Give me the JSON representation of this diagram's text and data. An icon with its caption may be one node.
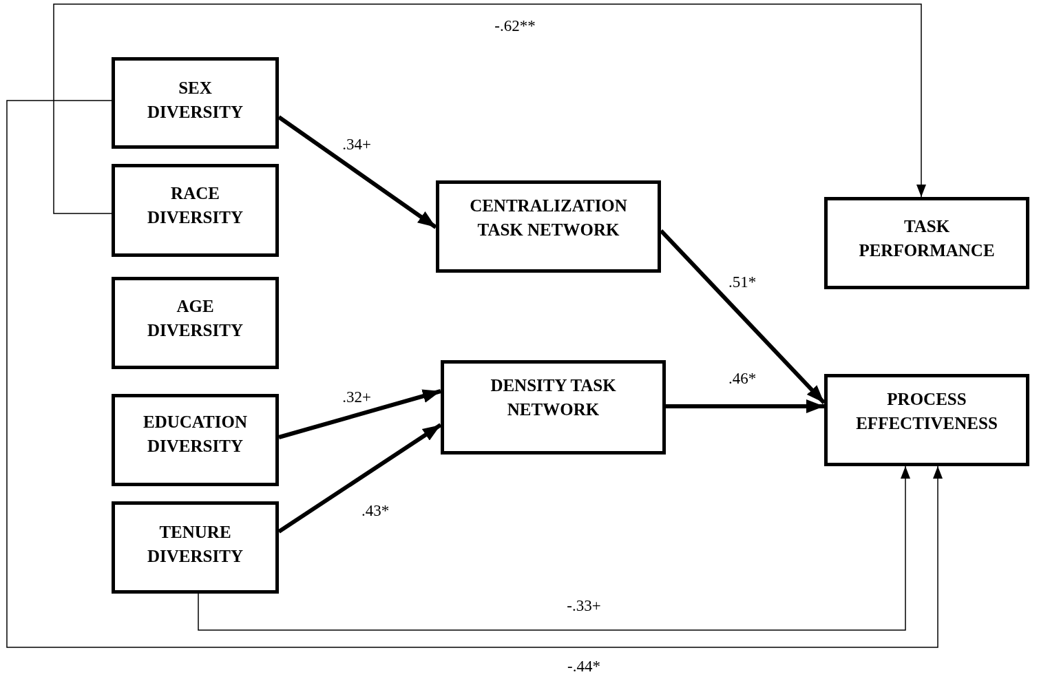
{
  "diagram": {
    "nodes": [
      {
        "text": [
          "SEX DIVERSITY"
        ]
      },
      {
        "text": [
          "RACE DIVERSITY"
        ]
      },
      {
        "text": [
          "AGE DIVERSITY"
        ]
      },
      {
        "text": [
          "EDUCATION DIVERSITY"
        ]
      },
      {
        "text": [
          "TENURE DIVERSITY"
        ]
      },
      {
        "text": [
          "CENTRALIZATION TASK NETWORK"
        ]
      },
      {
        "text": [
          "DENSITY TASK NETWORK"
        ]
      },
      {
        "text": [
          "TASK PERFORMANCE"
        ]
      },
      {
        "text": [
          "PROCESS EFFECTIVENESS"
        ]
      }
    ],
    "edges": [
      {
        "from": 0,
        "to": 5,
        "arrow": "to",
        "label": ".34+"
      },
      {
        "from": 5,
        "to": 8,
        "arrow": "to",
        "label": ".51*"
      },
      {
        "from": 6,
        "to": 8,
        "arrow": "to",
        "label": ".46*"
      },
      {
        "from": 3,
        "to": 6,
        "arrow": "to",
        "label": ".32+"
      },
      {
        "from": 4,
        "to": 6,
        "arrow": "to",
        "label": ".43*"
      },
      {
        "from": 1,
        "to": 7,
        "arrow": "to",
        "label": "-.62**"
      },
      {
        "from": 0,
        "to": 8,
        "arrow": "to",
        "label": "-.44*"
      },
      {
        "from": 4,
        "to": 8,
        "arrow": "to",
        "label": "-.33+"
      }
    ]
  }
}
